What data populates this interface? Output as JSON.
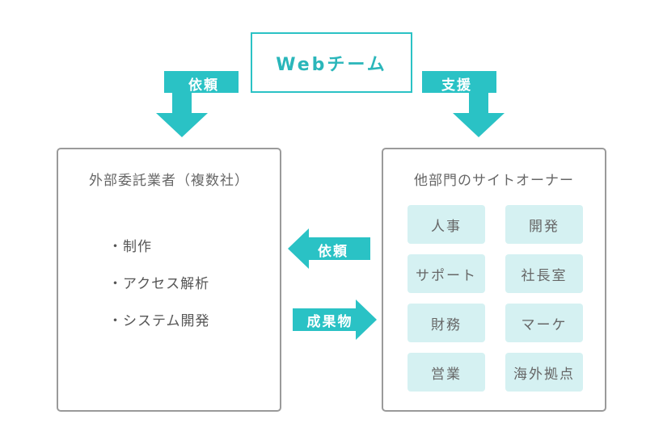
{
  "top": {
    "title": "Webチーム"
  },
  "arrows": {
    "down_left_label": "依頼",
    "down_right_label": "支援",
    "middle_left_label": "依頼",
    "middle_right_label": "成果物"
  },
  "left_panel": {
    "title": "外部委託業者（複数社）",
    "items": [
      "・制作",
      "・アクセス解析",
      "・システム開発"
    ]
  },
  "right_panel": {
    "title": "他部門のサイトオーナー",
    "departments": [
      "人事",
      "開発",
      "サポート",
      "社長室",
      "財務",
      "マーケ",
      "営業",
      "海外拠点"
    ]
  },
  "colors": {
    "accent": "#2ac2c5",
    "chip": "#d5f1f2",
    "border": "#9a9a9a"
  }
}
